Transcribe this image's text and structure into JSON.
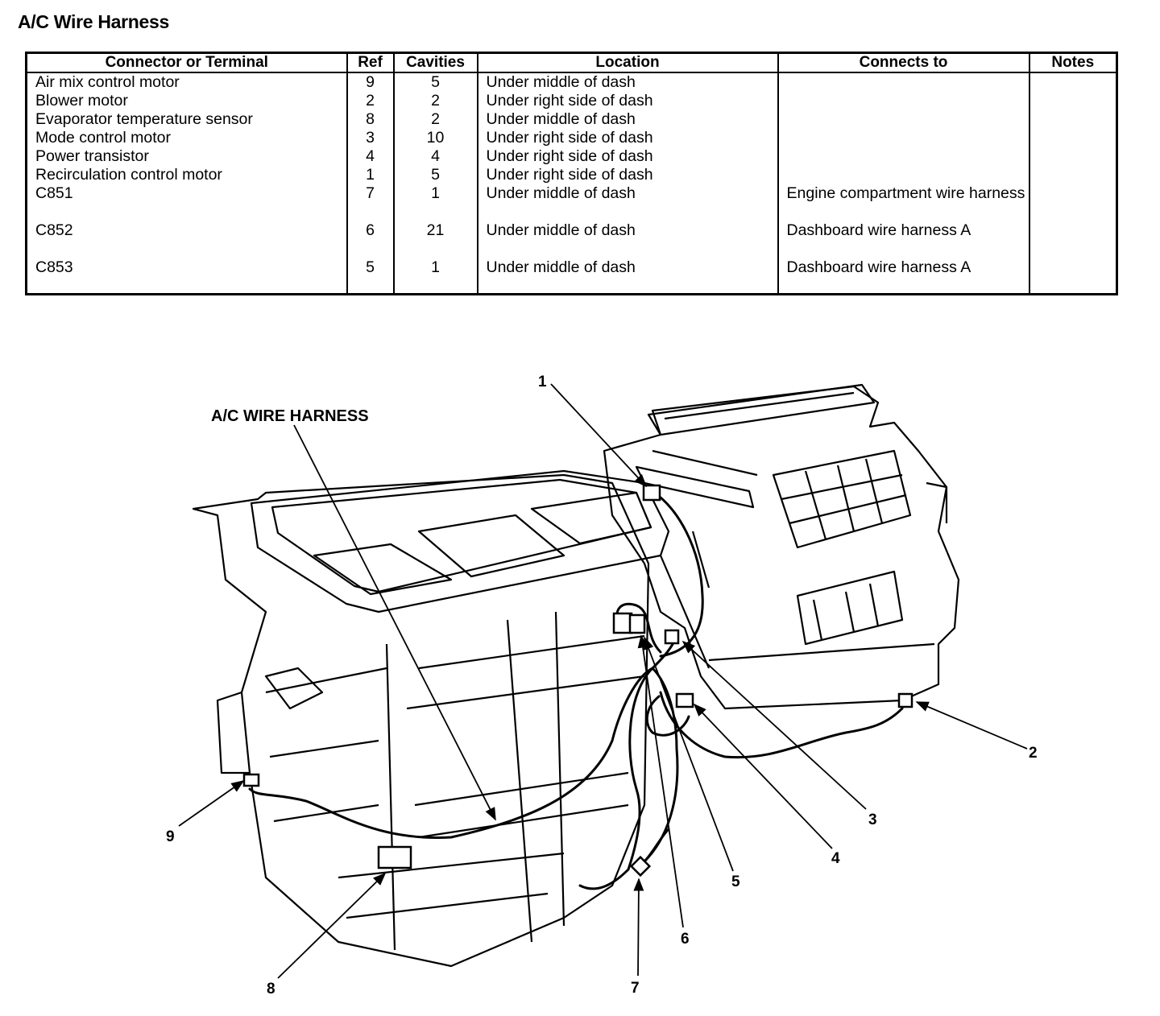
{
  "title": "A/C Wire Harness",
  "table": {
    "headers": {
      "connector": "Connector or Terminal",
      "ref": "Ref",
      "cavities": "Cavities",
      "location": "Location",
      "connects_to": "Connects to",
      "notes": "Notes"
    },
    "rows": [
      {
        "connector": "Air mix control motor",
        "ref": "9",
        "cavities": "5",
        "location": "Under middle of dash",
        "connects_to": "",
        "notes": ""
      },
      {
        "connector": "Blower motor",
        "ref": "2",
        "cavities": "2",
        "location": "Under right side of dash",
        "connects_to": "",
        "notes": ""
      },
      {
        "connector": "Evaporator temperature sensor",
        "ref": "8",
        "cavities": "2",
        "location": "Under middle of dash",
        "connects_to": "",
        "notes": ""
      },
      {
        "connector": "Mode control motor",
        "ref": "3",
        "cavities": "10",
        "location": "Under right side of dash",
        "connects_to": "",
        "notes": ""
      },
      {
        "connector": "Power transistor",
        "ref": "4",
        "cavities": "4",
        "location": "Under right side of dash",
        "connects_to": "",
        "notes": ""
      },
      {
        "connector": "Recirculation control motor",
        "ref": "1",
        "cavities": "5",
        "location": "Under right side of dash",
        "connects_to": "",
        "notes": ""
      },
      {
        "connector": "C851",
        "ref": "7",
        "cavities": "1",
        "location": "Under middle of dash",
        "connects_to": "Engine compartment wire harness",
        "notes": ""
      },
      {
        "connector": "C852",
        "ref": "6",
        "cavities": "21",
        "location": "Under middle of dash",
        "connects_to": "Dashboard wire harness A",
        "notes": ""
      },
      {
        "connector": "C853",
        "ref": "5",
        "cavities": "1",
        "location": "Under middle of dash",
        "connects_to": "Dashboard wire harness A",
        "notes": ""
      }
    ]
  },
  "diagram": {
    "harness_label": "A/C WIRE HARNESS",
    "callouts": {
      "c1": "1",
      "c2": "2",
      "c3": "3",
      "c4": "4",
      "c5": "5",
      "c6": "6",
      "c7": "7",
      "c8": "8",
      "c9": "9"
    }
  }
}
